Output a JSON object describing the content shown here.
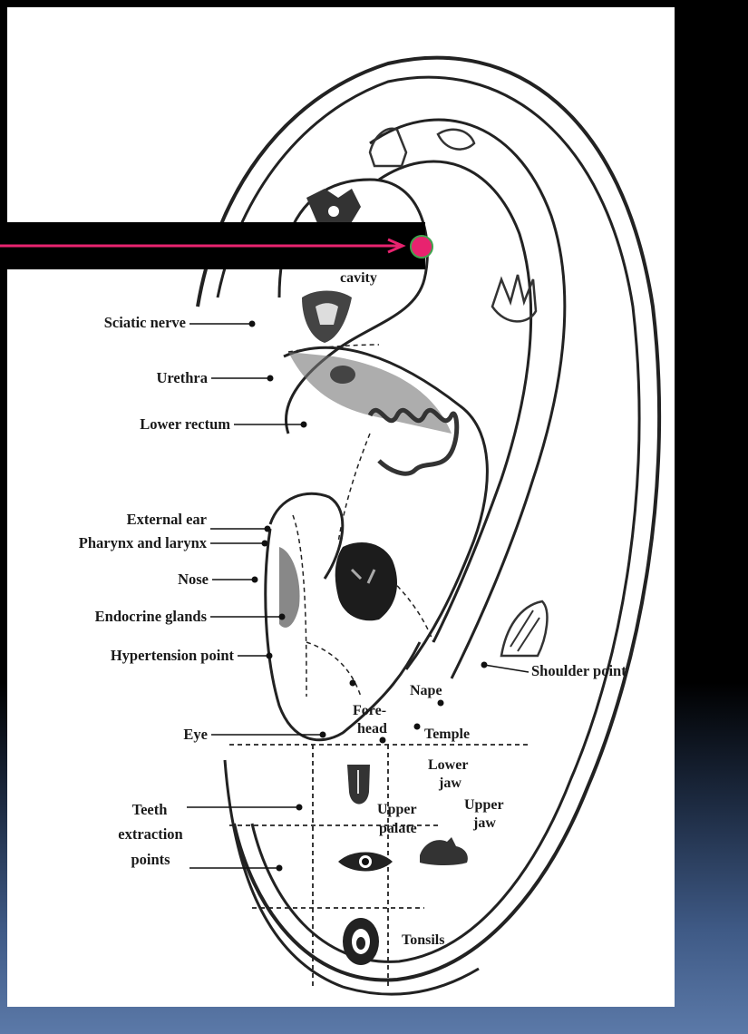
{
  "diagram": {
    "colors": {
      "background": "#000000",
      "figure": "#ffffff",
      "arrow": "#e8236f",
      "marker": "#e8236f",
      "marker_ring": "#3fa34d"
    },
    "labels_left": {
      "cavity": "cavity",
      "sciatic_nerve": "Sciatic nerve",
      "urethra": "Urethra",
      "lower_rectum": "Lower rectum",
      "external_ear": "External ear",
      "pharynx_larynx": "Pharynx and larynx",
      "nose": "Nose",
      "endocrine": "Endocrine glands",
      "hypertension": "Hypertension point",
      "eye": "Eye",
      "teeth_1": "Teeth",
      "teeth_2": "extraction",
      "teeth_3": "points"
    },
    "labels_lobe": {
      "shoulder": "Shoulder point",
      "nape": "Nape",
      "fore": "Fore-",
      "head": "head",
      "temple": "Temple",
      "lower": "Lower",
      "jaw": "jaw",
      "upper": "Upper",
      "palate": "palate",
      "upper2": "Upper",
      "jaw2": "jaw",
      "tonsils": "Tonsils"
    },
    "icons": [
      "pelvis-icon",
      "hip-bone-icon",
      "kidney-icon",
      "intestine-icon",
      "lung-icon",
      "tongue-icon",
      "eye-icon",
      "jaw-bone-icon",
      "mouth-icon",
      "hand-icon",
      "shoulder-icon"
    ]
  }
}
